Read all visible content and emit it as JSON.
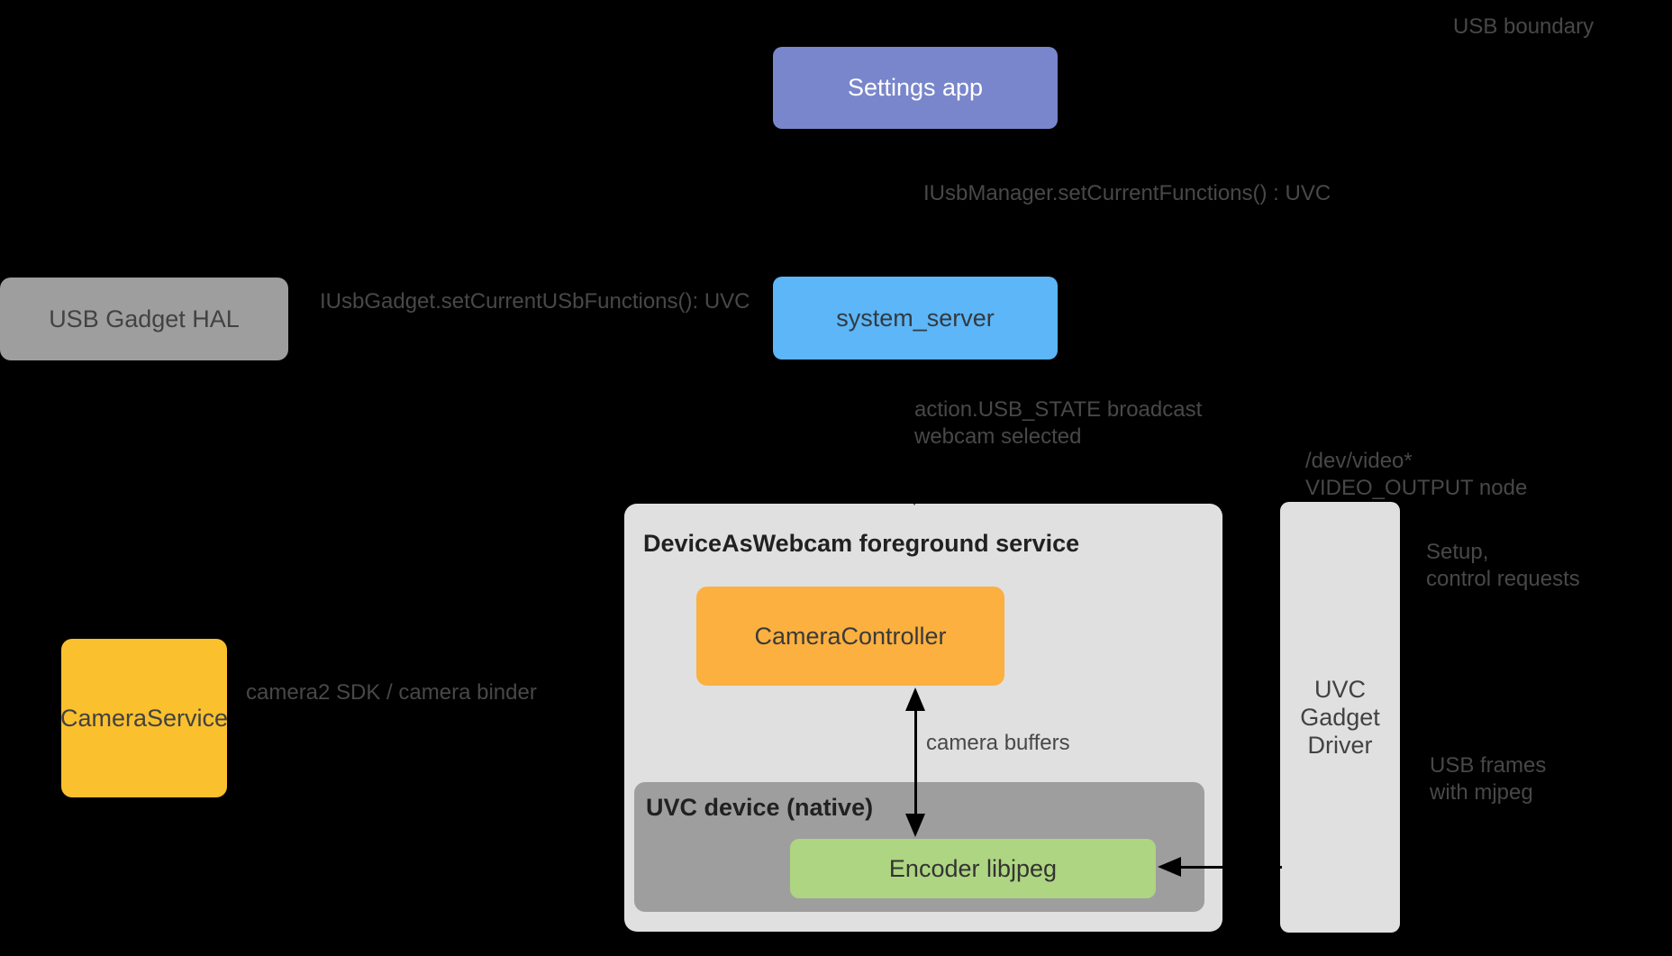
{
  "nodes": {
    "settings_app": {
      "label": "Settings app",
      "color": "#7986CB",
      "text_color": "#FFFFFF"
    },
    "system_server": {
      "label": "system_server",
      "color": "#5CB6F7"
    },
    "usb_gadget_hal": {
      "label": "USB Gadget HAL",
      "color": "#9E9E9E"
    },
    "camera_service": {
      "label": "CameraService",
      "color": "#FBC02D"
    },
    "daw_service": {
      "title": "DeviceAsWebcam foreground service",
      "color": "#E0E0E0"
    },
    "camera_controller": {
      "label": "CameraController",
      "color": "#FBB040"
    },
    "uvc_device": {
      "title": "UVC device (native)",
      "color": "#9E9E9E"
    },
    "encoder": {
      "label": "Encoder libjpeg",
      "color": "#AED581"
    },
    "uvc_gadget_driver": {
      "line1": "UVC",
      "line2": "Gadget",
      "line3": "Driver",
      "color": "#E0E0E0"
    }
  },
  "annotations": {
    "usb_boundary": {
      "text": "USB boundary"
    },
    "iusb_manager": {
      "text": "IUsbManager.setCurrentFunctions() : UVC"
    },
    "iusb_gadget": {
      "text": "IUsbGadget.setCurrentUSbFunctions(): UVC"
    },
    "usb_state": {
      "line1": "action.USB_STATE broadcast",
      "line2": "webcam selected"
    },
    "dev_video": {
      "line1": "/dev/video*",
      "line2": "VIDEO_OUTPUT node"
    },
    "setup": {
      "line1": "Setup,",
      "line2": "control requests"
    },
    "camera2_sdk": {
      "text": "camera2 SDK / camera binder"
    },
    "camera_buffers": {
      "text": "camera buffers"
    },
    "usb_frames": {
      "line1": "USB frames",
      "line2": "with mjpeg"
    }
  },
  "colors": {
    "background": "#000000",
    "annotation_text": "#484848",
    "arrow": "#000000"
  }
}
